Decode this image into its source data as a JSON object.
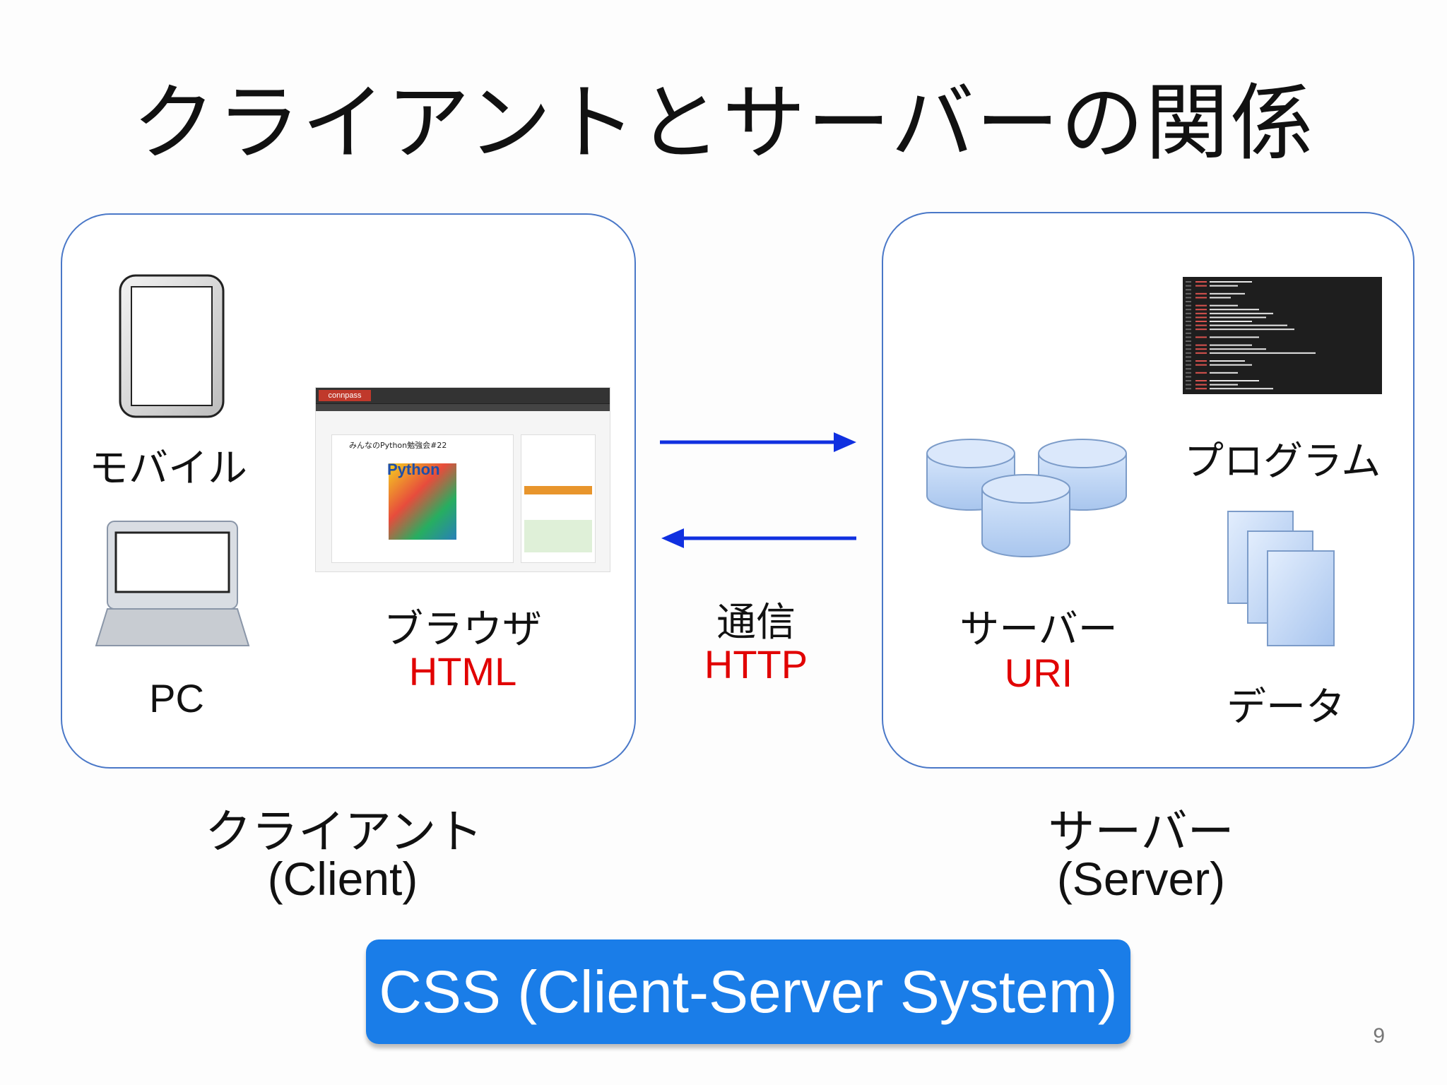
{
  "slide": {
    "title": "クライアントとサーバーの関係",
    "page_number": "9"
  },
  "client": {
    "mobile_label": "モバイル",
    "pc_label": "PC",
    "browser_label": "ブラウザ",
    "browser_sublabel": "HTML",
    "group_label": "クライアント",
    "group_sublabel": "(Client)",
    "browser_screenshot": {
      "site_logo": "connpass",
      "event_title": "みんなのPython勉強会#22",
      "book_title": "Python"
    }
  },
  "communication": {
    "label": "通信",
    "sublabel": "HTTP"
  },
  "server": {
    "program_label": "プログラム",
    "server_label": "サーバー",
    "server_sublabel": "URI",
    "data_label": "データ",
    "group_label": "サーバー",
    "group_sublabel": "(Server)"
  },
  "footer": {
    "badge_text": "CSS (Client-Server System)"
  },
  "colors": {
    "accent_blue": "#1a7de8",
    "arrow_blue": "#1030e0",
    "highlight_red": "#e10000",
    "box_border": "#4a78c8"
  },
  "icons": [
    "tablet-icon",
    "laptop-icon",
    "database-icon",
    "document-stack-icon",
    "code-screenshot",
    "arrow-right-icon",
    "arrow-left-icon"
  ]
}
